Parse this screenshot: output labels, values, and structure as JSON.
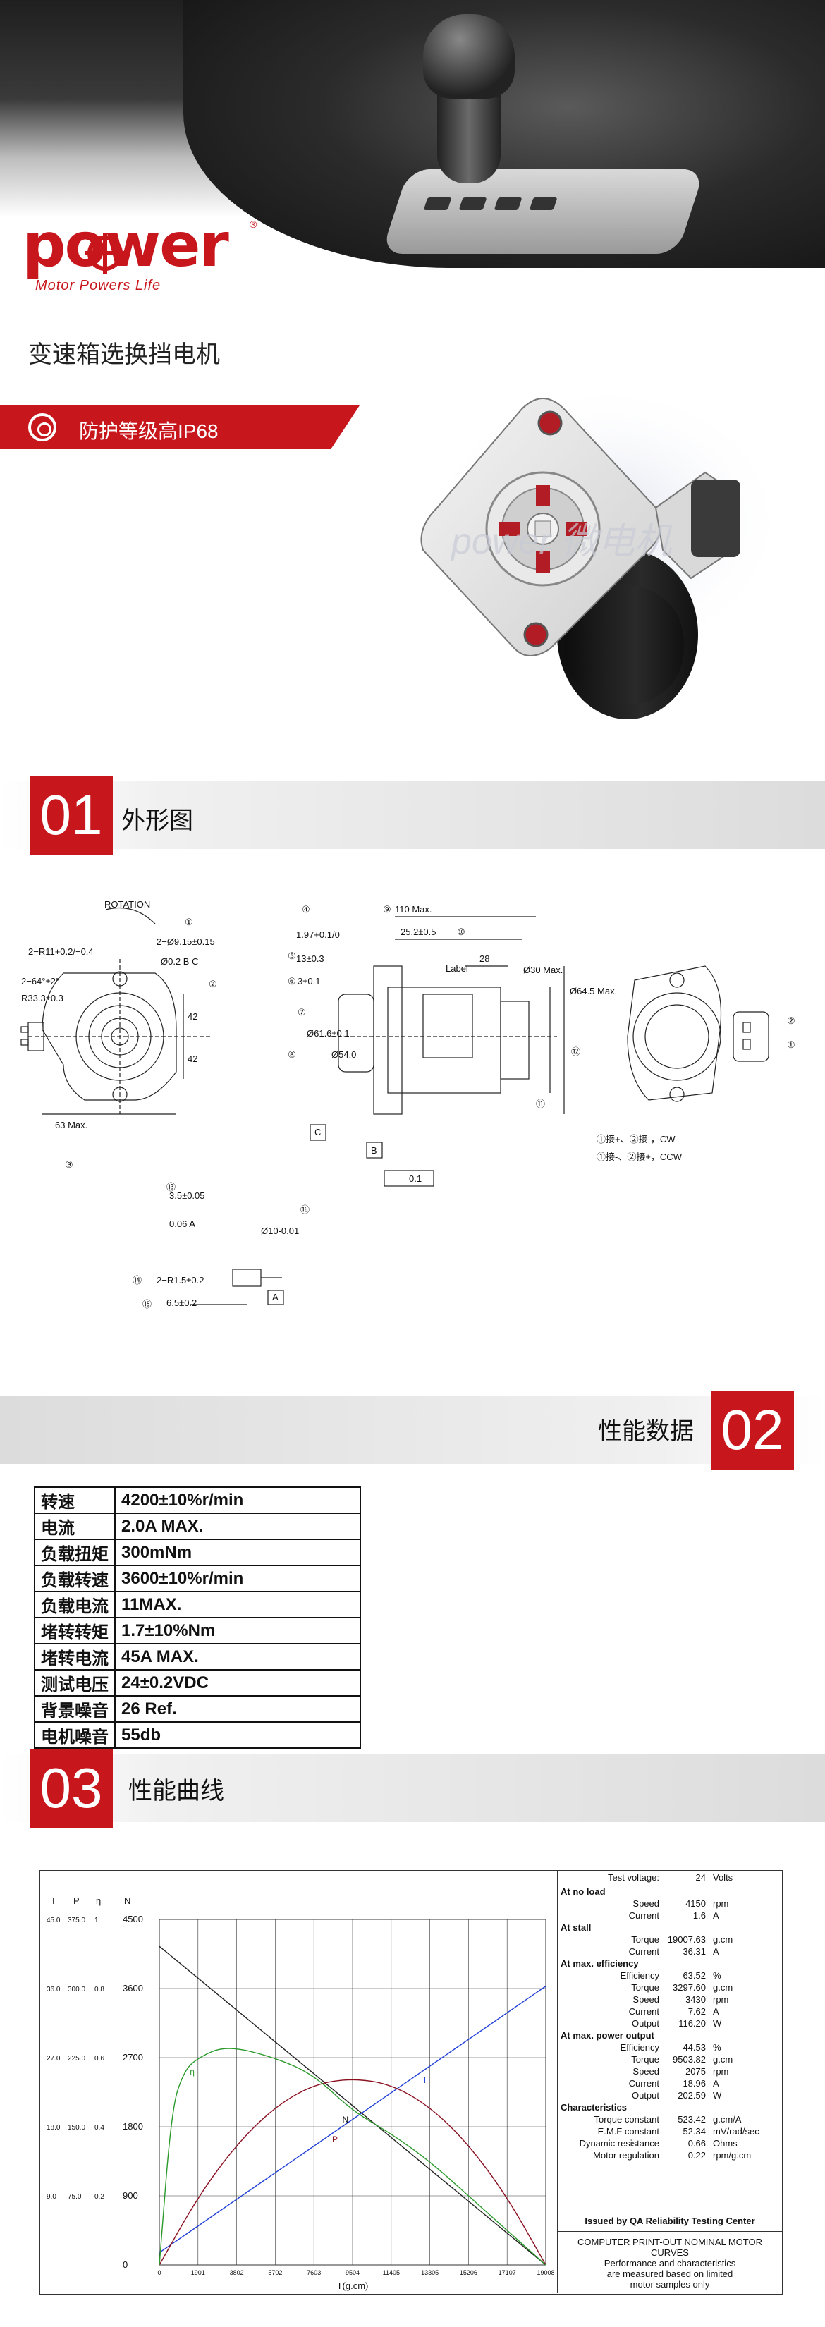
{
  "brand": {
    "name": "power",
    "tagline": "Motor Powers Life",
    "registered": "®"
  },
  "product": {
    "title": "变速箱选换挡电机",
    "feature": "防护等级高IP68",
    "watermark": "power 微电机"
  },
  "section1": {
    "number": "01",
    "title": "外形图"
  },
  "section2": {
    "number": "02",
    "title": "性能数据"
  },
  "section3": {
    "number": "03",
    "title": "性能曲线"
  },
  "drawing": {
    "rotation": "ROTATION",
    "dims": [
      "2−R11+0.2/−0.4",
      "2−Ø9.15±0.15",
      "Ø0.2 B C",
      "2−64°±2°",
      "R33.3±0.3",
      "63 Max.",
      "42",
      "42",
      "110 Max.",
      "25.2±0.5",
      "28",
      "1.97+0.1/0",
      "13±0.3",
      "3±0.1",
      "Label",
      "Ø61.6±0.1",
      "Ø54.0",
      "Ø30 Max.",
      "Ø64.5 Max.",
      "0.1",
      "3.5±0.05",
      "0.06 A",
      "Ø10-0.01",
      "2−R1.5±0.2",
      "6.5±0.2",
      "A",
      "B",
      "C"
    ],
    "callouts": [
      "①",
      "②",
      "③",
      "④",
      "⑤",
      "⑥",
      "⑦",
      "⑧",
      "⑨",
      "⑩",
      "⑪",
      "⑫",
      "⑬",
      "⑭",
      "⑮",
      "⑯"
    ],
    "wiring_cw": "①接+、②接-，CW",
    "wiring_ccw": "①接-、②接+，CCW"
  },
  "specs": [
    {
      "k": "转速",
      "v": "4200±10%r/min"
    },
    {
      "k": "电流",
      "v": "2.0A  MAX."
    },
    {
      "k": "负载扭矩",
      "v": "300mNm"
    },
    {
      "k": "负载转速",
      "v": "3600±10%r/min"
    },
    {
      "k": "负载电流",
      "v": "11MAX."
    },
    {
      "k": "堵转转矩",
      "v": "1.7±10%Nm"
    },
    {
      "k": "堵转电流",
      "v": "45A  MAX."
    },
    {
      "k": "测试电压",
      "v": "24±0.2VDC"
    },
    {
      "k": "背景噪音",
      "v": "26 Ref."
    },
    {
      "k": "电机噪音",
      "v": "55db"
    }
  ],
  "chart_data": {
    "type": "line",
    "xlabel": "T(g.cm)",
    "x_ticks": [
      0,
      1901,
      3802,
      5702,
      7603,
      9504,
      11405,
      13305,
      15206,
      17107,
      19008
    ],
    "x_range": [
      0,
      19008
    ],
    "left_axes": {
      "headers": [
        "I",
        "P",
        "η",
        "N"
      ],
      "rows": [
        [
          "45.0",
          "375.0",
          "1",
          "4500"
        ],
        [
          "36.0",
          "300.0",
          "0.8",
          "3600"
        ],
        [
          "27.0",
          "225.0",
          "0.6",
          "2700"
        ],
        [
          "18.0",
          "150.0",
          "0.4",
          "1800"
        ],
        [
          "9.0",
          "75.0",
          "0.2",
          "900"
        ],
        [
          "",
          "",
          "",
          "0"
        ]
      ]
    },
    "series": [
      {
        "name": "N",
        "color": "#222222",
        "x": [
          0,
          9504,
          19008
        ],
        "y": [
          4150,
          2075,
          0
        ]
      },
      {
        "name": "I",
        "color": "#1f3fd6",
        "x": [
          0,
          19008
        ],
        "y": [
          1.6,
          36.31
        ]
      },
      {
        "name": "P",
        "color": "#8a1020",
        "x": [
          0,
          1901,
          3802,
          5702,
          7603,
          9504,
          11405,
          13305,
          15206,
          17107,
          19008
        ],
        "y": [
          0,
          74,
          131,
          172,
          196,
          202.59,
          196,
          172,
          131,
          74,
          0
        ]
      },
      {
        "name": "η",
        "color": "#2a9a2a",
        "x": [
          0,
          600,
          1200,
          1901,
          3297.6,
          5702,
          7603,
          9504,
          11405,
          13305,
          15206,
          17107,
          19008
        ],
        "y": [
          0,
          0.45,
          0.56,
          0.6,
          0.6352,
          0.6,
          0.55,
          0.4453,
          0.38,
          0.3,
          0.2,
          0.1,
          0
        ]
      }
    ],
    "series_labels": [
      "η",
      "N",
      "P",
      "I"
    ]
  },
  "panel": {
    "test_voltage_label": "Test voltage:",
    "test_voltage_value": "24",
    "test_voltage_unit": "Volts",
    "groups": [
      {
        "head": "At no load",
        "rows": [
          [
            "Speed",
            "4150",
            "rpm"
          ],
          [
            "Current",
            "1.6",
            "A"
          ]
        ]
      },
      {
        "head": "At stall",
        "rows": [
          [
            "Torque",
            "19007.63",
            "g.cm"
          ],
          [
            "Current",
            "36.31",
            "A"
          ]
        ]
      },
      {
        "head": "At max. efficiency",
        "rows": [
          [
            "Efficiency",
            "63.52",
            "%"
          ],
          [
            "Torque",
            "3297.60",
            "g.cm"
          ],
          [
            "Speed",
            "3430",
            "rpm"
          ],
          [
            "Current",
            "7.62",
            "A"
          ],
          [
            "Output",
            "116.20",
            "W"
          ]
        ]
      },
      {
        "head": "At max. power output",
        "rows": [
          [
            "Efficiency",
            "44.53",
            "%"
          ],
          [
            "Torque",
            "9503.82",
            "g.cm"
          ],
          [
            "Speed",
            "2075",
            "rpm"
          ],
          [
            "Current",
            "18.96",
            "A"
          ],
          [
            "Output",
            "202.59",
            "W"
          ]
        ]
      },
      {
        "head": "Characteristics",
        "rows": [
          [
            "Torque constant",
            "523.42",
            "g.cm/A"
          ],
          [
            "E.M.F constant",
            "52.34",
            "mV/rad/sec"
          ],
          [
            "Dynamic resistance",
            "0.66",
            "Ohms"
          ],
          [
            "Motor regulation",
            "0.22",
            "rpm/g.cm"
          ]
        ]
      }
    ],
    "issued": "Issued by QA Reliability Testing Center",
    "footer": [
      "COMPUTER PRINT-OUT NOMINAL MOTOR",
      "CURVES",
      "Performance and characteristics",
      "are measured based on limited",
      "motor samples only"
    ]
  }
}
